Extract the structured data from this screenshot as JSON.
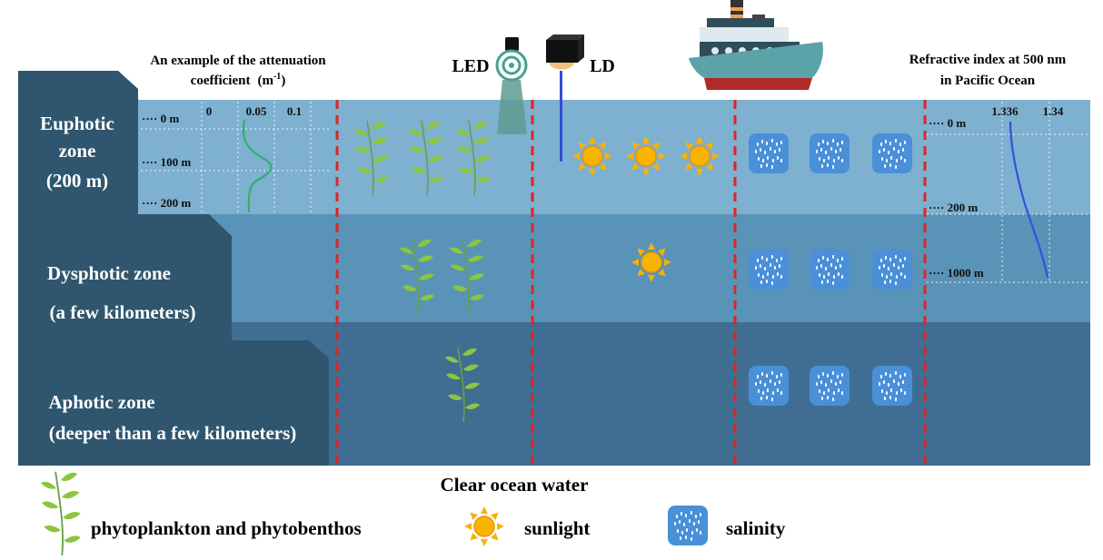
{
  "zones": {
    "euphotic": {
      "line1": "Euphotic",
      "line2": "zone",
      "line3": "(200 m)"
    },
    "dysphotic": {
      "line1": "Dysphotic zone",
      "line2": "(a few kilometers)"
    },
    "aphotic": {
      "line1": "Aphotic zone",
      "line2": "(deeper than a few kilometers)"
    }
  },
  "attenuation": {
    "title_line1": "An example of the attenuation",
    "title_line2": "coefficient",
    "unit": "(m",
    "unit_sup": "-1",
    "unit_close": ")",
    "x_ticks": [
      "0",
      "0.05",
      "0.1"
    ],
    "depth_labels": [
      "0 m",
      "100 m",
      "200 m"
    ]
  },
  "sources": {
    "led": "LED",
    "ld": "LD"
  },
  "refractive": {
    "title_line1": "Refractive index at 500 nm",
    "title_line2": "in Pacific Ocean",
    "x_ticks": [
      "1.336",
      "1.34"
    ],
    "depth_labels": [
      "0 m",
      "200 m",
      "1000 m"
    ]
  },
  "caption": "Clear ocean water",
  "legend": {
    "plankton": "phytoplankton and phytobenthos",
    "sunlight": "sunlight",
    "salinity": "salinity"
  },
  "colors": {
    "euphotic_water": "#7eb0d0",
    "dysphotic_water": "#5a93b8",
    "aphotic_water": "#3f6e92",
    "land": "#2f566e",
    "divider": "#e02424",
    "plant": "#8cc63f",
    "sun": "#f5b400",
    "salt_box": "#4a90d9",
    "ship_hull": "#5ba3a8",
    "ship_bottom": "#b02a2a"
  }
}
